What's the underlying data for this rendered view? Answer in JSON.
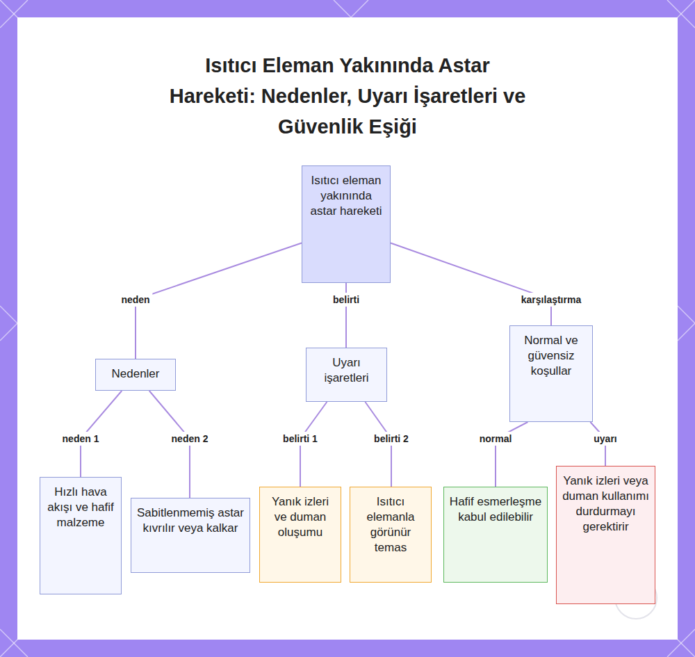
{
  "diagram": {
    "title": "Isıtıcı Eleman Yakınında Astar Hareketi: Nedenler, Uyarı İşaretleri ve Güvenlik Eşiği",
    "nodes": [
      {
        "text": [
          "Isıtıcı eleman yakınında astar hareketi"
        ]
      },
      {
        "text": [
          "Nedenler"
        ]
      },
      {
        "text": [
          "Uyarı işaretleri"
        ]
      },
      {
        "text": [
          "Normal ve güvensiz koşullar"
        ]
      },
      {
        "text": [
          "Hızlı hava akışı ve hafif malzeme"
        ]
      },
      {
        "text": [
          "Sabitlenmemiş astar kıvrılır veya kalkar"
        ]
      },
      {
        "text": [
          "Yanık izleri ve duman oluşumu"
        ]
      },
      {
        "text": [
          "Isıtıcı elemanla görünür temas"
        ]
      },
      {
        "text": [
          "Hafif esmerleşme kabul edilebilir"
        ]
      },
      {
        "text": [
          "Yanık izleri veya duman kullanımı durdurmayı gerektirir"
        ]
      }
    ],
    "edges": [
      {
        "from": 0,
        "to": 1,
        "label": "neden",
        "arrow": "none"
      },
      {
        "from": 0,
        "to": 2,
        "label": "belirti",
        "arrow": "none"
      },
      {
        "from": 0,
        "to": 3,
        "label": "karşılaştırma",
        "arrow": "none"
      },
      {
        "from": 1,
        "to": 4,
        "label": "neden 1",
        "arrow": "none"
      },
      {
        "from": 1,
        "to": 5,
        "label": "neden 2",
        "arrow": "none"
      },
      {
        "from": 2,
        "to": 6,
        "label": "belirti 1",
        "arrow": "none"
      },
      {
        "from": 2,
        "to": 7,
        "label": "belirti 2",
        "arrow": "none"
      },
      {
        "from": 3,
        "to": 8,
        "label": "normal",
        "arrow": "none"
      },
      {
        "from": 3,
        "to": 9,
        "label": "uyarı",
        "arrow": "none"
      }
    ]
  }
}
